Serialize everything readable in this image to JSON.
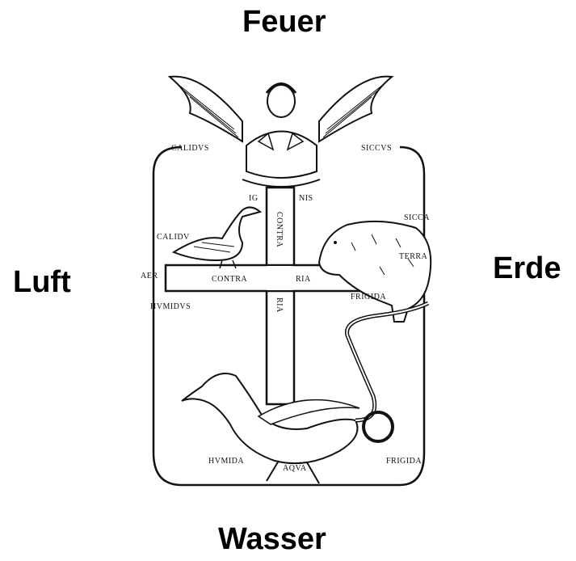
{
  "elements": {
    "top": "Feuer",
    "left": "Luft",
    "right": "Erde",
    "bottom": "Wasser"
  },
  "woodcut_labels": {
    "calidus_top": "CALIDVS",
    "siccus_top": "SICCVS",
    "ignis_left": "IG",
    "ignis_right": "NIS",
    "contra_vertical": "CONTRA",
    "ria_vertical": "RIA",
    "calidu_left": "CALIDV",
    "aer": "AER",
    "contra_horizontal": "CONTRA",
    "ria_horizontal": "RIA",
    "humidus": "HVMIDVS",
    "succa": "SICCA",
    "terra": "TERRA",
    "frigida_right": "FRIGIDA",
    "humida_bottom": "HVMIDA",
    "aqua": "AQVA",
    "frigida_bottom": "FRIGIDA"
  },
  "figures": {
    "top": "angel-icon",
    "left": "bird-icon",
    "right": "bear-icon",
    "bottom": "dragon-icon"
  }
}
